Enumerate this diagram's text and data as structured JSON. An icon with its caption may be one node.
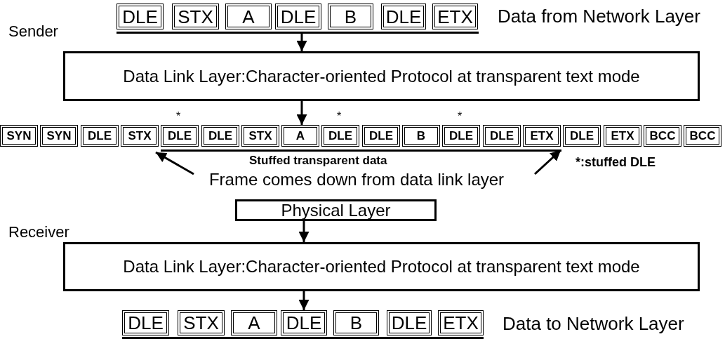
{
  "diagram": {
    "nodes": [
      {
        "text": [
          "DLE"
        ]
      },
      {
        "text": [
          "STX"
        ]
      },
      {
        "text": [
          "A"
        ]
      },
      {
        "text": [
          "DLE"
        ]
      },
      {
        "text": [
          "B"
        ]
      },
      {
        "text": [
          "DLE"
        ]
      },
      {
        "text": [
          "ETX"
        ]
      },
      {
        "text": [],
        "shape": "bar"
      },
      {
        "text": [
          "Data Link Layer:Character-oriented Protocol at transparent text mode"
        ]
      },
      {
        "text": [
          "SYN"
        ]
      },
      {
        "text": [
          "SYN"
        ]
      },
      {
        "text": [
          "DLE"
        ]
      },
      {
        "text": [
          "STX"
        ]
      },
      {
        "text": [
          "DLE"
        ],
        "beside": [
          "*"
        ]
      },
      {
        "text": [
          "DLE"
        ]
      },
      {
        "text": [
          "STX"
        ]
      },
      {
        "text": [
          "A"
        ]
      },
      {
        "text": [
          "DLE"
        ],
        "beside": [
          "*"
        ]
      },
      {
        "text": [
          "DLE"
        ]
      },
      {
        "text": [
          "B"
        ]
      },
      {
        "text": [
          "DLE"
        ],
        "beside": [
          "*"
        ]
      },
      {
        "text": [
          "DLE"
        ]
      },
      {
        "text": [
          "ETX"
        ]
      },
      {
        "text": [
          "DLE"
        ]
      },
      {
        "text": [
          "ETX"
        ]
      },
      {
        "text": [
          "BCC"
        ]
      },
      {
        "text": [
          "BCC"
        ]
      },
      {
        "text": [
          "Frame comes down from data link layer"
        ]
      },
      {
        "text": [
          "Physical Layer"
        ]
      },
      {
        "text": [
          "Data Link Layer:Character-oriented Protocol at transparent text mode"
        ]
      },
      {
        "text": [
          "DLE"
        ]
      },
      {
        "text": [
          "STX"
        ]
      },
      {
        "text": [
          "A"
        ]
      },
      {
        "text": [
          "DLE"
        ]
      },
      {
        "text": [
          "B"
        ]
      },
      {
        "text": [
          "DLE"
        ]
      },
      {
        "text": [
          "ETX"
        ]
      }
    ],
    "edges": [
      {
        "from": 7,
        "to": 8,
        "arrow": "to"
      },
      {
        "from": 8,
        "to": 16,
        "arrow": "to"
      },
      {
        "from": 27,
        "to": 12,
        "arrow": "to"
      },
      {
        "from": 27,
        "to": 22,
        "arrow": "to"
      },
      {
        "from": 28,
        "to": 29,
        "arrow": "to"
      },
      {
        "from": 29,
        "to": 33,
        "arrow": "to"
      }
    ],
    "labels": [
      "Data from Network Layer",
      "Sender",
      "Stuffed transparent data",
      "*:stuffed DLE",
      "Receiver",
      "Data to Network Layer"
    ]
  }
}
